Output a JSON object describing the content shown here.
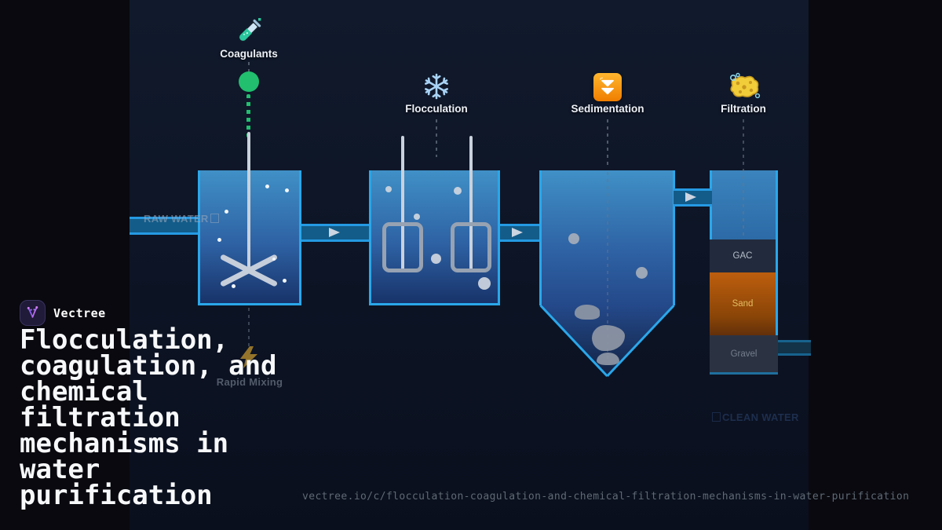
{
  "brand": {
    "name": "Vectree"
  },
  "title": {
    "text": "Flocculation,\ncoagulation, and\nchemical\nfiltration\nmechanisms in\nwater\npurification"
  },
  "footer": {
    "url": "vectree.io/c/flocculation-coagulation-and-chemical-filtration-mechanisms-in-water-purification"
  },
  "diagram": {
    "stages": [
      {
        "label": "Coagulants",
        "icon": "test-tube-icon"
      },
      {
        "label": "Flocculation",
        "icon": "snowflake-icon"
      },
      {
        "label": "Sedimentation",
        "icon": "double-down-arrows-icon"
      },
      {
        "label": "Filtration",
        "icon": "sponge-icon"
      }
    ],
    "flow_labels": {
      "raw_water": "RAW WATER",
      "clean_water": "CLEAN WATER",
      "rapid_mixing": "Rapid Mixing"
    },
    "filter_layers": [
      {
        "name": "GAC",
        "color": "#222b3d"
      },
      {
        "name": "Sand",
        "color": "#b05a0c"
      },
      {
        "name": "Gravel",
        "color": "#2b3342"
      }
    ],
    "colors": {
      "tank_border": "#2aa7ea",
      "pipe_border": "#259ae3",
      "pipe_fill": "#135c89",
      "coagulant_green": "#21bf6e",
      "sediment_icon_orange": "#f07d00",
      "water_top": "#4090c6",
      "water_bottom": "#18336a"
    }
  }
}
